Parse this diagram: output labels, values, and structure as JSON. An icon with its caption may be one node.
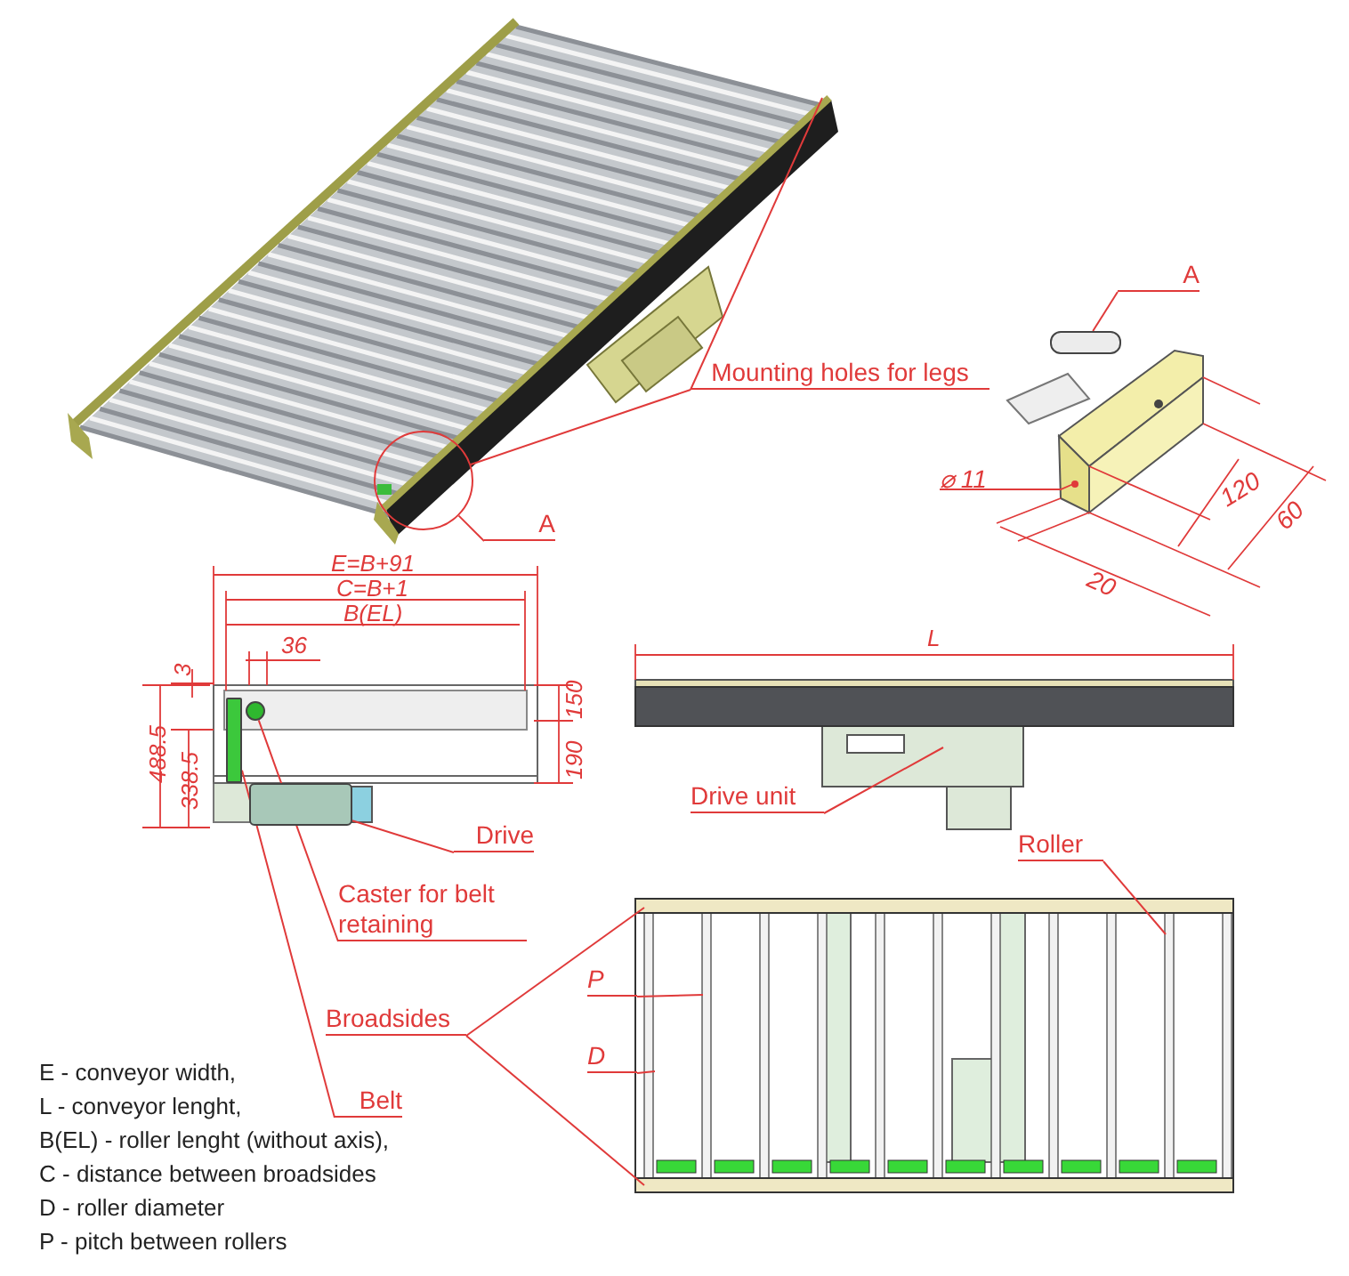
{
  "diagram": {
    "nodes": [
      {
        "text": [
          "Mounting holes for legs"
        ]
      },
      {
        "text": [
          "A"
        ]
      },
      {
        "text": [],
        "shape": "circle"
      },
      {
        "text": [
          "A"
        ]
      },
      {
        "text": [
          "Drive"
        ]
      },
      {
        "text": [
          "Caster for belt retaining"
        ]
      },
      {
        "text": [
          "Broadsides"
        ]
      },
      {
        "text": [
          "Belt"
        ]
      },
      {
        "text": [
          "Drive unit"
        ]
      },
      {
        "text": [
          "Roller"
        ]
      },
      {
        "text": [
          "P"
        ]
      },
      {
        "text": [
          "D"
        ]
      },
      {
        "text": [],
        "shape": "box"
      },
      {
        "text": [],
        "shape": "circle"
      },
      {
        "text": [],
        "shape": "bar"
      },
      {
        "text": [],
        "shape": "cylinder"
      }
    ],
    "edges": [
      {
        "from": 0,
        "to": null,
        "arrow": "none"
      },
      {
        "from": 0,
        "to": 2,
        "arrow": "none"
      },
      {
        "from": 1,
        "to": 2,
        "arrow": "none"
      },
      {
        "from": 3,
        "to": 15,
        "arrow": "none"
      },
      {
        "from": 4,
        "to": 12,
        "arrow": "none"
      },
      {
        "from": 5,
        "to": 13,
        "arrow": "none"
      },
      {
        "from": 6,
        "to": null,
        "arrow": "none"
      },
      {
        "from": 6,
        "to": null,
        "arrow": "none"
      },
      {
        "from": 7,
        "to": 14,
        "arrow": "none"
      },
      {
        "from": 8,
        "to": null,
        "arrow": "none"
      },
      {
        "from": 9,
        "to": null,
        "arrow": "none"
      },
      {
        "from": 10,
        "to": null,
        "arrow": "none"
      },
      {
        "from": 11,
        "to": null,
        "arrow": "none"
      }
    ],
    "labels": [
      "E=B+91",
      "C=B+1",
      "B(EL)",
      "36",
      "3",
      "488.5",
      "338.5",
      "150",
      "190",
      "L",
      "⌀ 11",
      "120",
      "60",
      "20",
      "E - conveyor width,",
      "L - conveyor lenght,",
      "B(EL) - roller lenght (without axis),",
      "C - distance between broadsides",
      "D - roller diameter",
      "P - pitch between rollers"
    ]
  }
}
